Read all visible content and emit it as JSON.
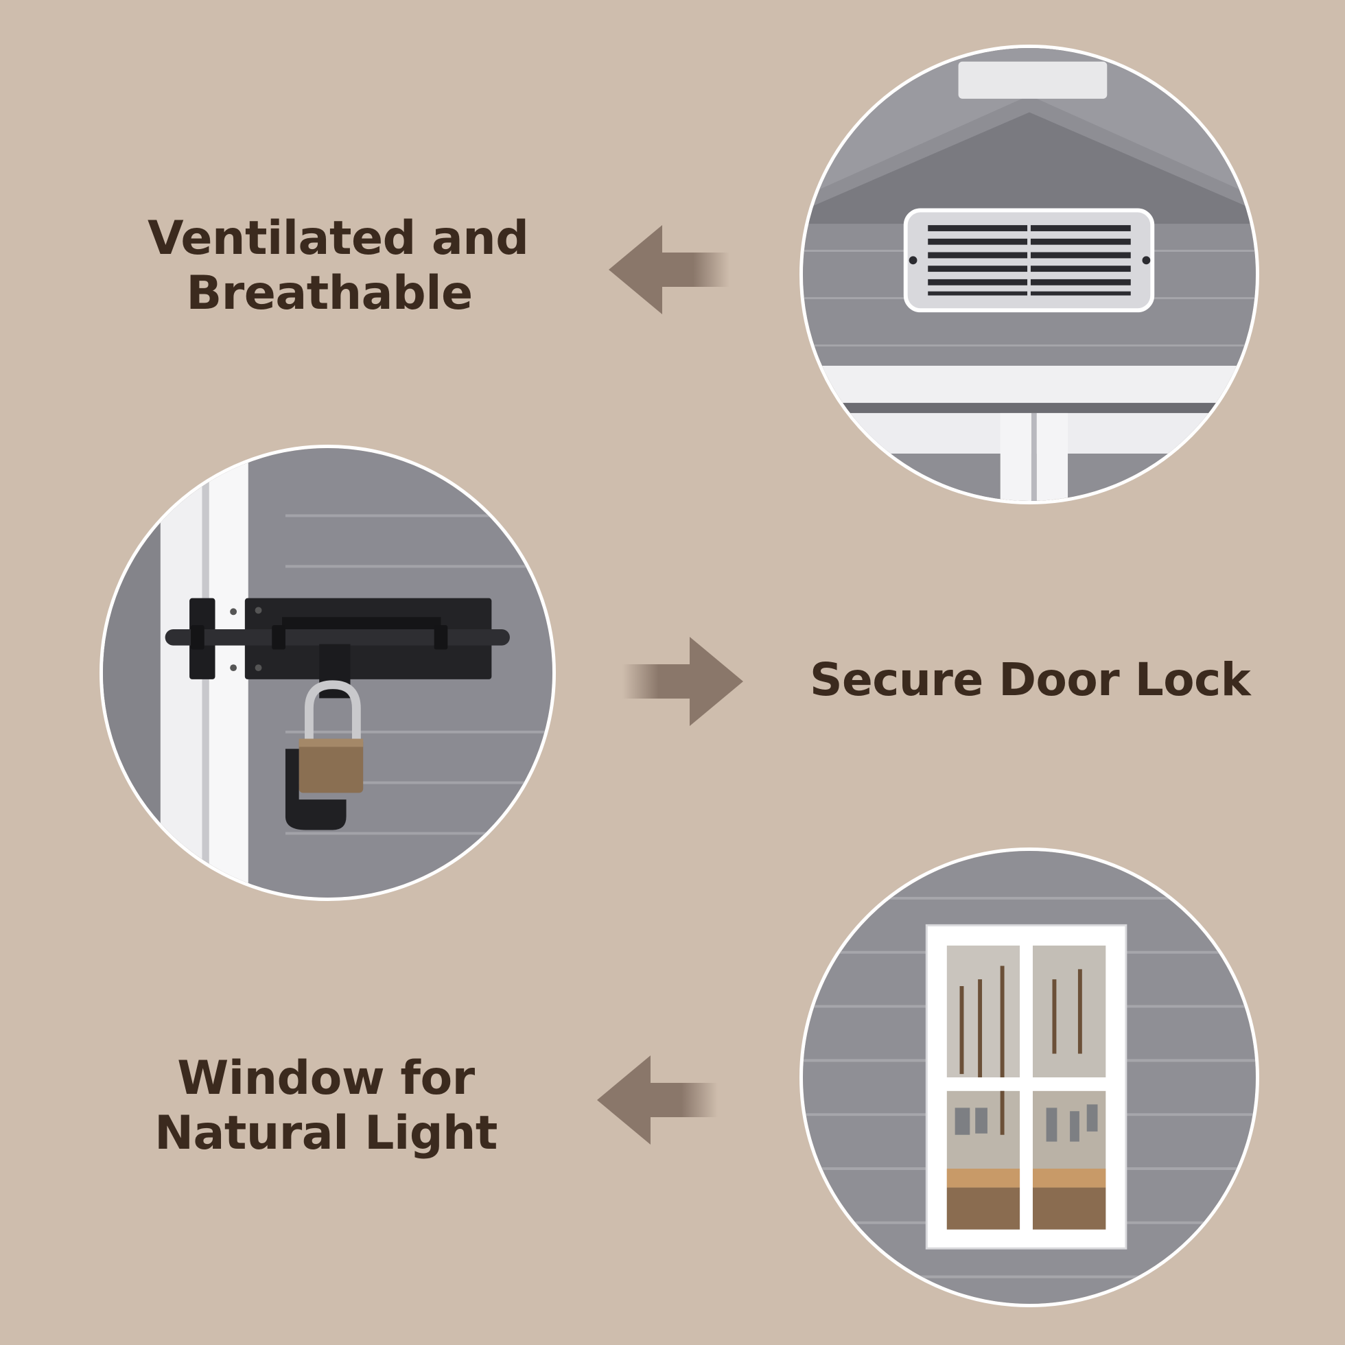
{
  "features": [
    {
      "id": "ventilation",
      "title_lines": [
        "Ventilated and",
        "Breathable"
      ],
      "arrow_direction": "left",
      "photo": "roof-vent-icon"
    },
    {
      "id": "lock",
      "title_lines": [
        "Secure Door Lock"
      ],
      "arrow_direction": "right",
      "photo": "padlock-icon"
    },
    {
      "id": "window",
      "title_lines": [
        "Window for",
        "Natural Light"
      ],
      "arrow_direction": "left",
      "photo": "window-icon"
    }
  ],
  "colors": {
    "background": "#cebdad",
    "text": "#3b2a1e",
    "arrow": "#8a776a",
    "siding": "#8c8c92",
    "trim": "#f2f2f2"
  }
}
